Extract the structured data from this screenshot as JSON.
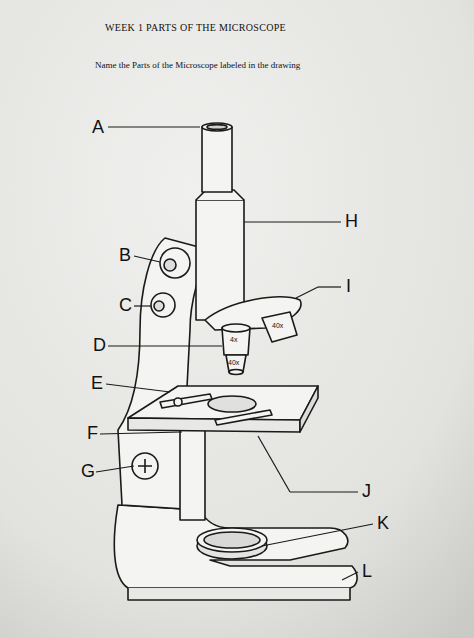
{
  "diagram": {
    "title": "WEEK 1 PARTS OF THE MICROSCOPE",
    "labels": [
      "Name the Parts of the Microscope labeled in the drawing",
      "A",
      "B",
      "C",
      "D",
      "E",
      "F",
      "G",
      "H",
      "I",
      "J",
      "K",
      "L",
      "4x",
      "40x",
      "40x"
    ]
  }
}
